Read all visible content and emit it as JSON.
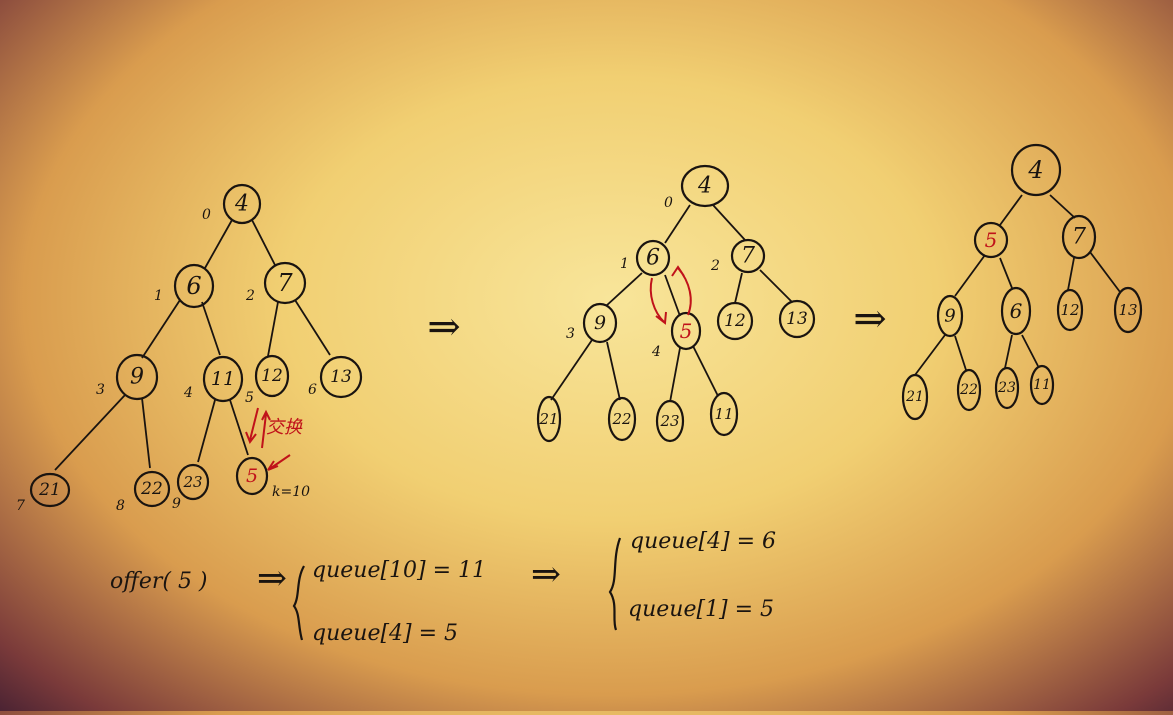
{
  "trees": [
    {
      "nodes": [
        {
          "value": "4",
          "index": "0"
        },
        {
          "value": "6",
          "index": "1"
        },
        {
          "value": "7",
          "index": "2"
        },
        {
          "value": "9",
          "index": "3"
        },
        {
          "value": "11",
          "index": "4"
        },
        {
          "value": "12",
          "index": "5"
        },
        {
          "value": "13",
          "index": "6"
        },
        {
          "value": "21",
          "index": "7"
        },
        {
          "value": "22",
          "index": "8"
        },
        {
          "value": "23",
          "index": "9"
        },
        {
          "value": "5",
          "index": ""
        }
      ],
      "swap_label": "交换",
      "k_label": "k=10"
    },
    {
      "nodes": [
        {
          "value": "4",
          "index": "0"
        },
        {
          "value": "6",
          "index": "1"
        },
        {
          "value": "7",
          "index": "2"
        },
        {
          "value": "9",
          "index": "3"
        },
        {
          "value": "5",
          "index": "4"
        },
        {
          "value": "12",
          "index": ""
        },
        {
          "value": "13",
          "index": ""
        },
        {
          "value": "21",
          "index": ""
        },
        {
          "value": "22",
          "index": ""
        },
        {
          "value": "23",
          "index": ""
        },
        {
          "value": "11",
          "index": ""
        }
      ]
    },
    {
      "nodes": [
        {
          "value": "4",
          "index": ""
        },
        {
          "value": "5",
          "index": ""
        },
        {
          "value": "7",
          "index": ""
        },
        {
          "value": "9",
          "index": ""
        },
        {
          "value": "6",
          "index": ""
        },
        {
          "value": "12",
          "index": ""
        },
        {
          "value": "13",
          "index": ""
        },
        {
          "value": "21",
          "index": ""
        },
        {
          "value": "22",
          "index": ""
        },
        {
          "value": "23",
          "index": ""
        },
        {
          "value": "11",
          "index": ""
        }
      ]
    }
  ],
  "transition_arrow": "⇒",
  "notes": {
    "offer": "offer( 5 )",
    "step1": [
      "queue[10] = 11",
      "queue[4] = 5"
    ],
    "step2": [
      "queue[4] = 6",
      "queue[1] = 5"
    ]
  }
}
